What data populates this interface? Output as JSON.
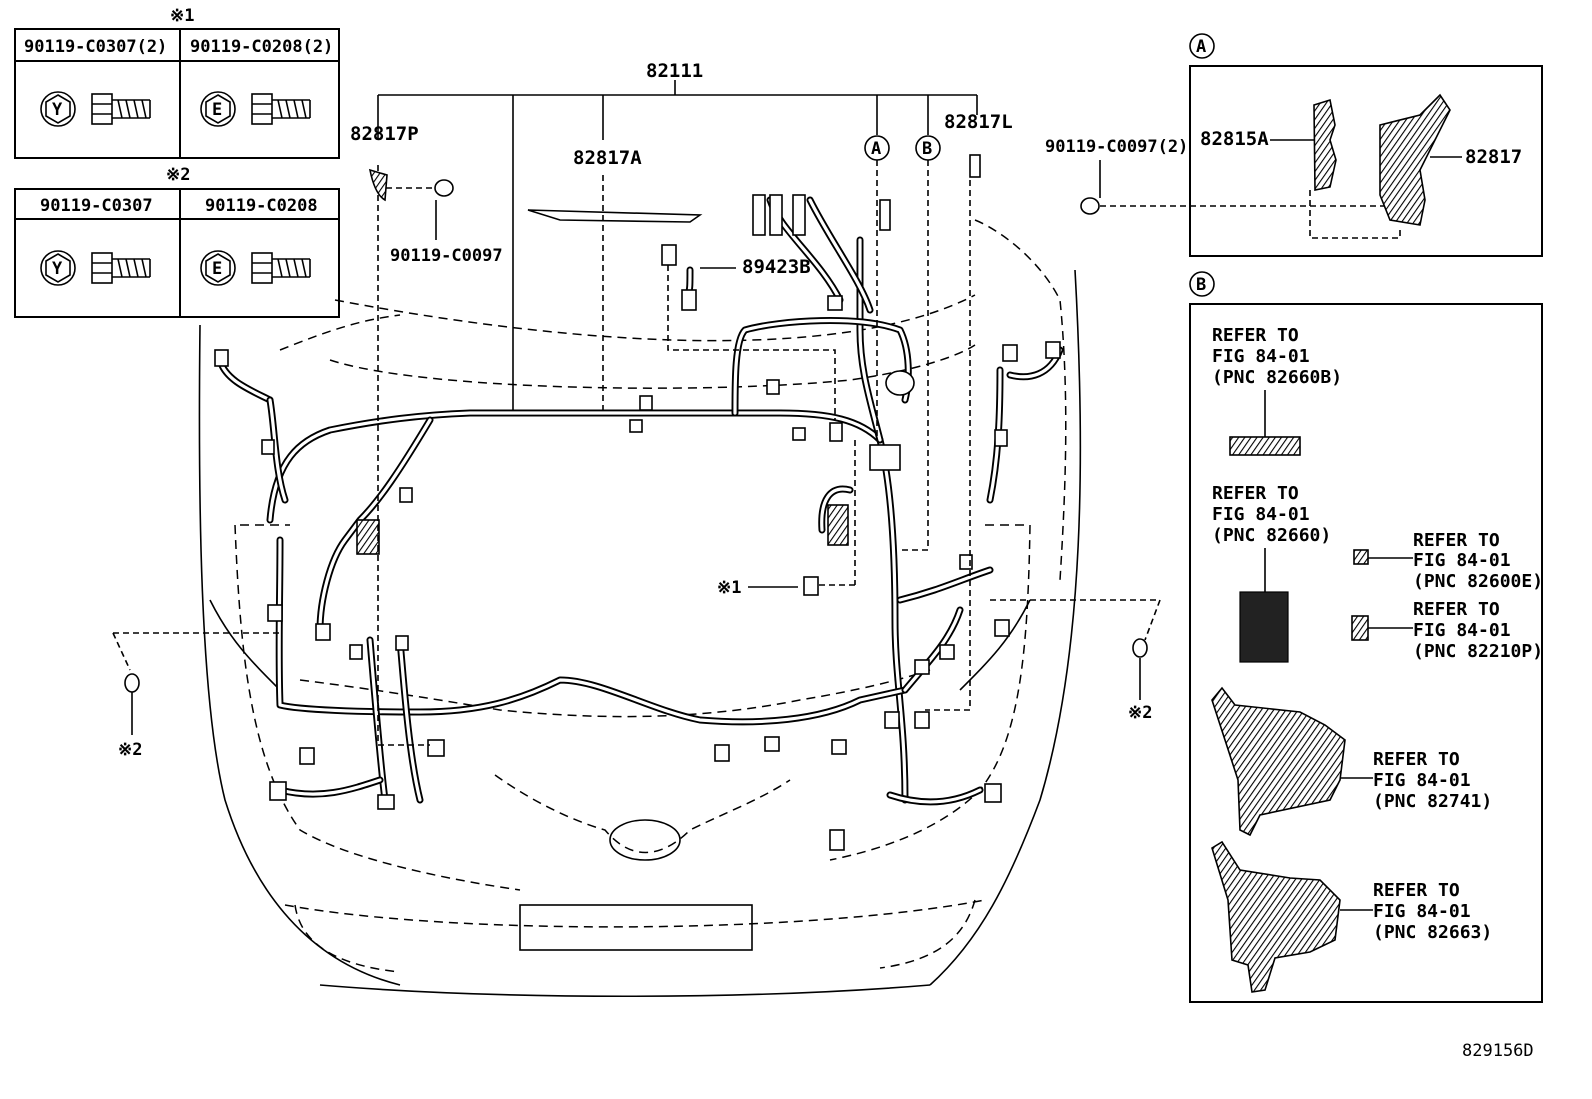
{
  "diagram_id": "829156D",
  "main_part": "82111",
  "parts": {
    "p82817P": "82817P",
    "p82817A": "82817A",
    "p82817L": "82817L",
    "p89423B": "89423B",
    "p90119_c0097": "90119-C0097",
    "p90119_c0097_2": "90119-C0097(2)",
    "p82815A": "82815A",
    "p82817": "82817"
  },
  "markers": {
    "note1": "※1",
    "note2": "※2",
    "circle_a": "A",
    "circle_b": "B"
  },
  "fastener_table_1": {
    "note": "※1",
    "col1": "90119-C0307(2)",
    "col2": "90119-C0208(2)",
    "icon1_letter": "Y",
    "icon2_letter": "E"
  },
  "fastener_table_2": {
    "note": "※2",
    "col1": "90119-C0307",
    "col2": "90119-C0208",
    "icon1_letter": "Y",
    "icon2_letter": "E"
  },
  "inset_a": {
    "label": "A"
  },
  "inset_b": {
    "label": "B",
    "refs": [
      {
        "l1": "REFER TO",
        "l2": "FIG 84-01",
        "l3": "(PNC 82660B)"
      },
      {
        "l1": "REFER TO",
        "l2": "FIG 84-01",
        "l3": "(PNC 82660)"
      },
      {
        "l1": "REFER TO",
        "l2": "FIG 84-01",
        "l3": "(PNC 82600E)"
      },
      {
        "l1": "REFER TO",
        "l2": "FIG 84-01",
        "l3": "(PNC 82210P)"
      },
      {
        "l1": "REFER TO",
        "l2": "FIG 84-01",
        "l3": "(PNC 82741)"
      },
      {
        "l1": "REFER TO",
        "l2": "FIG 84-01",
        "l3": "(PNC 82663)"
      }
    ]
  },
  "colors": {
    "ink": "#000000",
    "paper": "#ffffff"
  }
}
